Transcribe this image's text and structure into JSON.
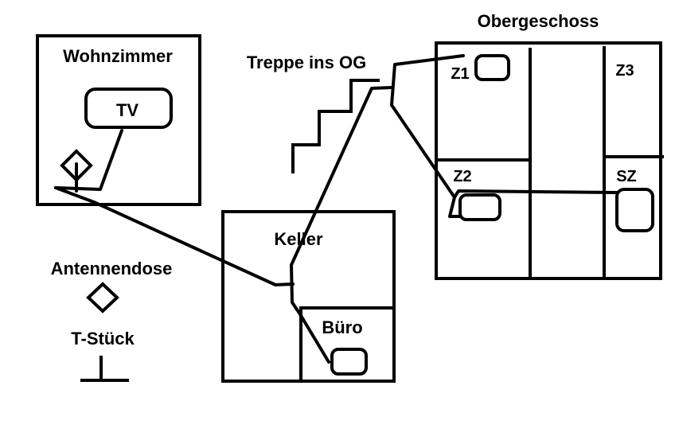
{
  "diagram": {
    "rooms": {
      "wohnzimmer": "Wohnzimmer",
      "keller": "Keller",
      "buero": "Büro",
      "obergeschoss": "Obergeschoss",
      "z1": "Z1",
      "z2": "Z2",
      "z3": "Z3",
      "sz": "SZ"
    },
    "devices": {
      "tv": "TV"
    },
    "stairs_label": "Treppe ins OG",
    "legend": {
      "antennendose": "Antennendose",
      "t_stueck": "T-Stück"
    },
    "colors": {
      "stroke": "#000000",
      "background": "#ffffff"
    }
  }
}
